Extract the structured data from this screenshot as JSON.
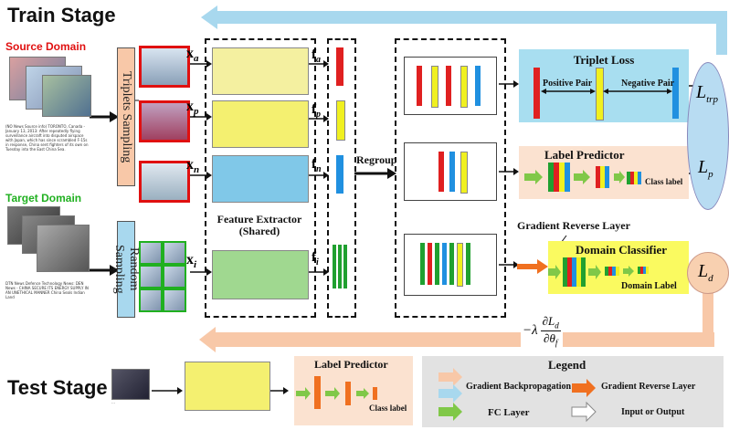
{
  "train_stage": {
    "title": "Train Stage"
  },
  "test_stage": {
    "title": "Test Stage"
  },
  "source_domain": {
    "label": "Source Domain",
    "color": "#e01010"
  },
  "target_domain": {
    "label": "Target Domain",
    "color": "#20b020"
  },
  "source_caption": "(NO News Source info) TORONTO, Canada - January 13, 2013: After repeatedly flying surveillance aircraft into disputed airspace with Japan, which has since scrambled F-15s in response, China sent fighters of its own on Tuesday into the East China Sea.",
  "target_caption": "DTN News Defence Technology News: DEN News - CHINA SECURE ITS ENERGY SUPPLY IN AN UNETHICAL MANNER China Seals Indian Land",
  "sampling": {
    "triplets": "Triplets Sampling",
    "random": "Random Sampling"
  },
  "inputs": {
    "xa": "x",
    "xa_sub": "a",
    "xp": "x",
    "xp_sub": "p",
    "xn": "x",
    "xn_sub": "n",
    "xi": "x",
    "xi_sub": "i"
  },
  "features": {
    "fa": "f",
    "fa_sub": "a",
    "fp": "f",
    "fp_sub": "p",
    "fn": "f",
    "fn_sub": "n",
    "fi": "f",
    "fi_sub": "i"
  },
  "feature_extractor": {
    "line1": "Feature Extractor",
    "line2": "(Shared)"
  },
  "regroup": "Regroup",
  "triplet_loss": {
    "title": "Triplet Loss",
    "positive": "Positive Pair",
    "negative": "Negative Pair"
  },
  "label_predictor": {
    "title": "Label Predictor",
    "class_label": "Class label"
  },
  "grl_label": "Gradient Reverse Layer",
  "domain_classifier": {
    "title": "Domain Classifier",
    "domain_label": "Domain Label"
  },
  "losses": {
    "trp": "L",
    "trp_sub": "trp",
    "p": "L",
    "p_sub": "p",
    "d": "L",
    "d_sub": "d"
  },
  "grad_formula": {
    "neg": "−λ",
    "num": "∂L",
    "num_sub": "d",
    "den": "∂θ",
    "den_sub": "f"
  },
  "test_label_predictor": {
    "title": "Label Predictor",
    "class_label": "Class label"
  },
  "legend": {
    "title": "Legend",
    "backprop": "Gradient Backpropagation",
    "grl": "Gradient Reverse Layer",
    "fc": "FC Layer",
    "io": "Input or Output"
  },
  "colors": {
    "red": "#e02020",
    "yellow": "#f0f020",
    "blue": "#2090e0",
    "green": "#20a030",
    "backprop": "#a8d8ee",
    "peach": "#f8c8a8",
    "orange": "#f07020"
  }
}
